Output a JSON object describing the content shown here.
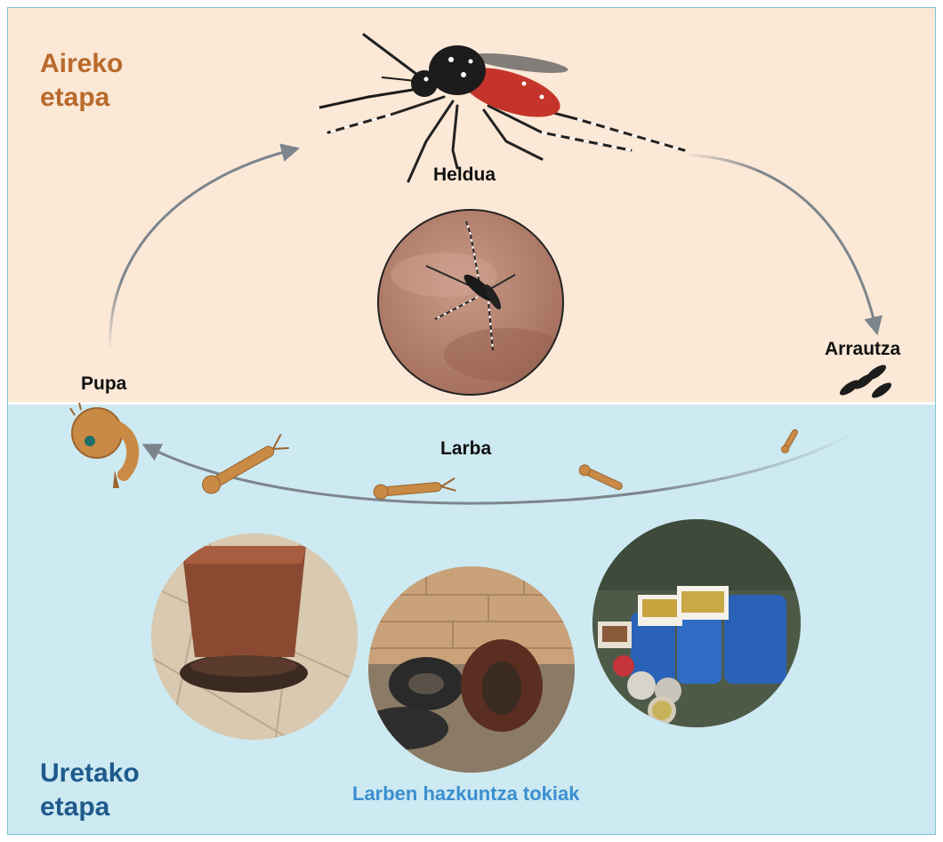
{
  "stages": {
    "aerial": "Aireko\netapa",
    "aquatic": "Uretako\netapa"
  },
  "labels": {
    "adult": "Heldua",
    "egg": "Arrautza",
    "pupa": "Pupa",
    "larva": "Larba",
    "breeding_sites": "Larben hazkuntza tokiak"
  },
  "colors": {
    "aerial_bg": "#fbe8d6",
    "aquatic_bg": "#cde9f1",
    "aerial_title": "#b86a2c",
    "aquatic_title": "#1f5a8c",
    "breeding_label": "#3b8fd0",
    "arrow": "#7d858c"
  },
  "icons": [
    "mosquito-adult-icon",
    "egg-cluster-icon",
    "larva-icon",
    "pupa-icon",
    "cycle-arrow-icon"
  ],
  "photos": [
    "mosquito-on-skin-photo",
    "flower-pot-saucer-photo",
    "old-tires-photo",
    "water-containers-photo"
  ]
}
